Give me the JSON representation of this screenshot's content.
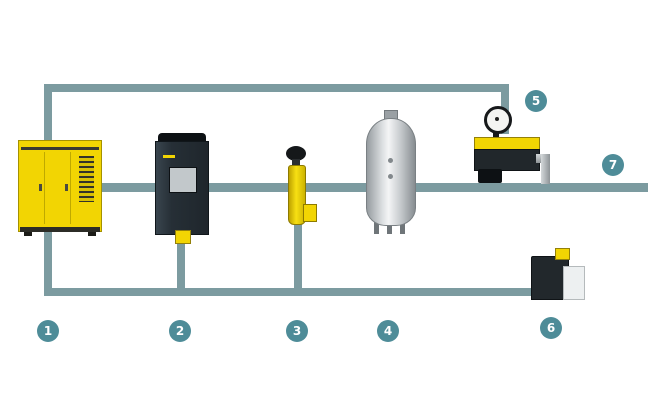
{
  "colors": {
    "pipe": "#7c9ba0",
    "badge": "#4e8c98",
    "yellow": "#f2d503"
  },
  "badges": [
    {
      "label": "1",
      "component": "rotary-screw-compressor"
    },
    {
      "label": "2",
      "component": "refrigeration-dryer"
    },
    {
      "label": "3",
      "component": "compressed-air-filter"
    },
    {
      "label": "4",
      "component": "air-receiver-tank"
    },
    {
      "label": "5",
      "component": "air-main-charging-system"
    },
    {
      "label": "6",
      "component": "oil-water-separator"
    },
    {
      "label": "7",
      "component": "compressed-air-outlet"
    }
  ]
}
